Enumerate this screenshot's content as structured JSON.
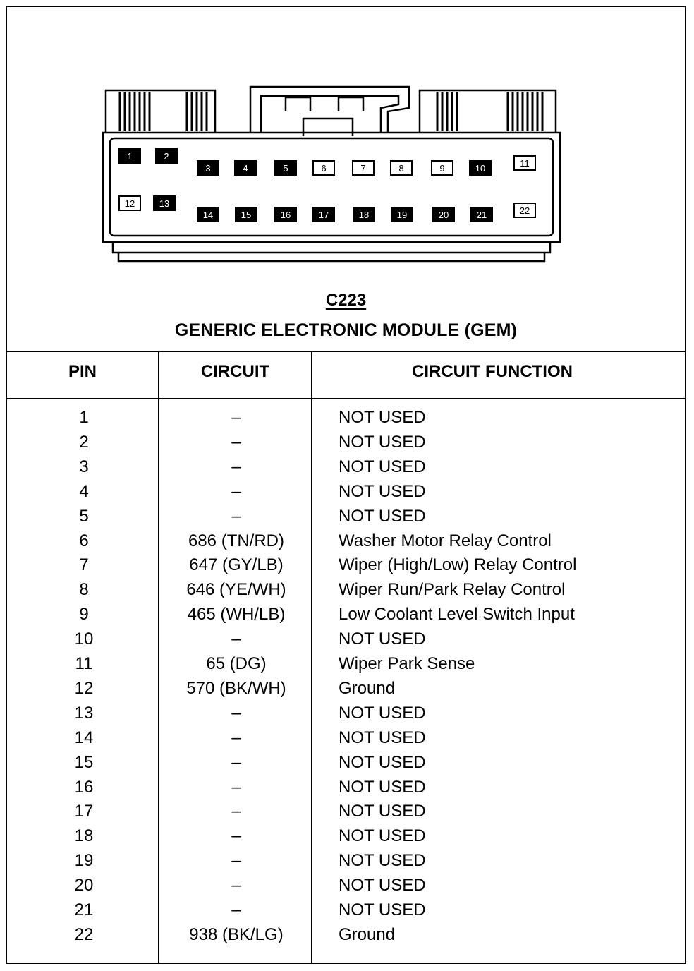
{
  "connector": {
    "id": "C223",
    "module_name": "GENERIC ELECTRONIC MODULE (GEM)",
    "pins_row1": [
      "1",
      "2",
      "3",
      "4",
      "5",
      "6",
      "7",
      "8",
      "9",
      "10",
      "11"
    ],
    "pins_row2": [
      "12",
      "13",
      "14",
      "15",
      "16",
      "17",
      "18",
      "19",
      "20",
      "21",
      "22"
    ],
    "filled_pins": [
      "1",
      "2",
      "3",
      "4",
      "5",
      "10",
      "13",
      "14",
      "15",
      "16",
      "17",
      "18",
      "19",
      "20",
      "21"
    ]
  },
  "table": {
    "headers": {
      "pin": "PIN",
      "circuit": "CIRCUIT",
      "function": "CIRCUIT FUNCTION"
    },
    "rows": [
      {
        "pin": "1",
        "circuit": "–",
        "function": "NOT USED"
      },
      {
        "pin": "2",
        "circuit": "–",
        "function": "NOT USED"
      },
      {
        "pin": "3",
        "circuit": "–",
        "function": "NOT USED"
      },
      {
        "pin": "4",
        "circuit": "–",
        "function": "NOT USED"
      },
      {
        "pin": "5",
        "circuit": "–",
        "function": "NOT USED"
      },
      {
        "pin": "6",
        "circuit": "686 (TN/RD)",
        "function": "Washer Motor Relay Control"
      },
      {
        "pin": "7",
        "circuit": "647 (GY/LB)",
        "function": "Wiper (High/Low) Relay Control"
      },
      {
        "pin": "8",
        "circuit": "646 (YE/WH)",
        "function": "Wiper Run/Park Relay Control"
      },
      {
        "pin": "9",
        "circuit": "465 (WH/LB)",
        "function": "Low Coolant Level Switch Input"
      },
      {
        "pin": "10",
        "circuit": "–",
        "function": "NOT USED"
      },
      {
        "pin": "11",
        "circuit": "65 (DG)",
        "function": "Wiper Park Sense"
      },
      {
        "pin": "12",
        "circuit": "570 (BK/WH)",
        "function": "Ground"
      },
      {
        "pin": "13",
        "circuit": "–",
        "function": "NOT USED"
      },
      {
        "pin": "14",
        "circuit": "–",
        "function": "NOT USED"
      },
      {
        "pin": "15",
        "circuit": "–",
        "function": "NOT USED"
      },
      {
        "pin": "16",
        "circuit": "–",
        "function": "NOT USED"
      },
      {
        "pin": "17",
        "circuit": "–",
        "function": "NOT USED"
      },
      {
        "pin": "18",
        "circuit": "–",
        "function": "NOT USED"
      },
      {
        "pin": "19",
        "circuit": "–",
        "function": "NOT USED"
      },
      {
        "pin": "20",
        "circuit": "–",
        "function": "NOT USED"
      },
      {
        "pin": "21",
        "circuit": "–",
        "function": "NOT USED"
      },
      {
        "pin": "22",
        "circuit": "938 (BK/LG)",
        "function": "Ground"
      }
    ]
  }
}
